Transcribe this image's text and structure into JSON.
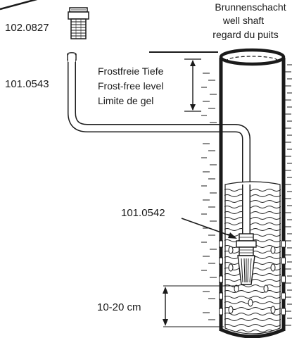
{
  "parts": {
    "fitting": "102.0827",
    "pipe": "101.0543",
    "foot_valve": "101.0542"
  },
  "frost": {
    "de": "Frostfreie Tiefe",
    "en": "Frost-free level",
    "fr": "Limite de gel"
  },
  "shaft": {
    "de": "Brunnenschacht",
    "en": "well shaft",
    "fr": "regard du puits"
  },
  "dimension": {
    "gap": "10-20 cm"
  },
  "colors": {
    "ink": "#1a1a1a",
    "paper": "#ffffff"
  }
}
